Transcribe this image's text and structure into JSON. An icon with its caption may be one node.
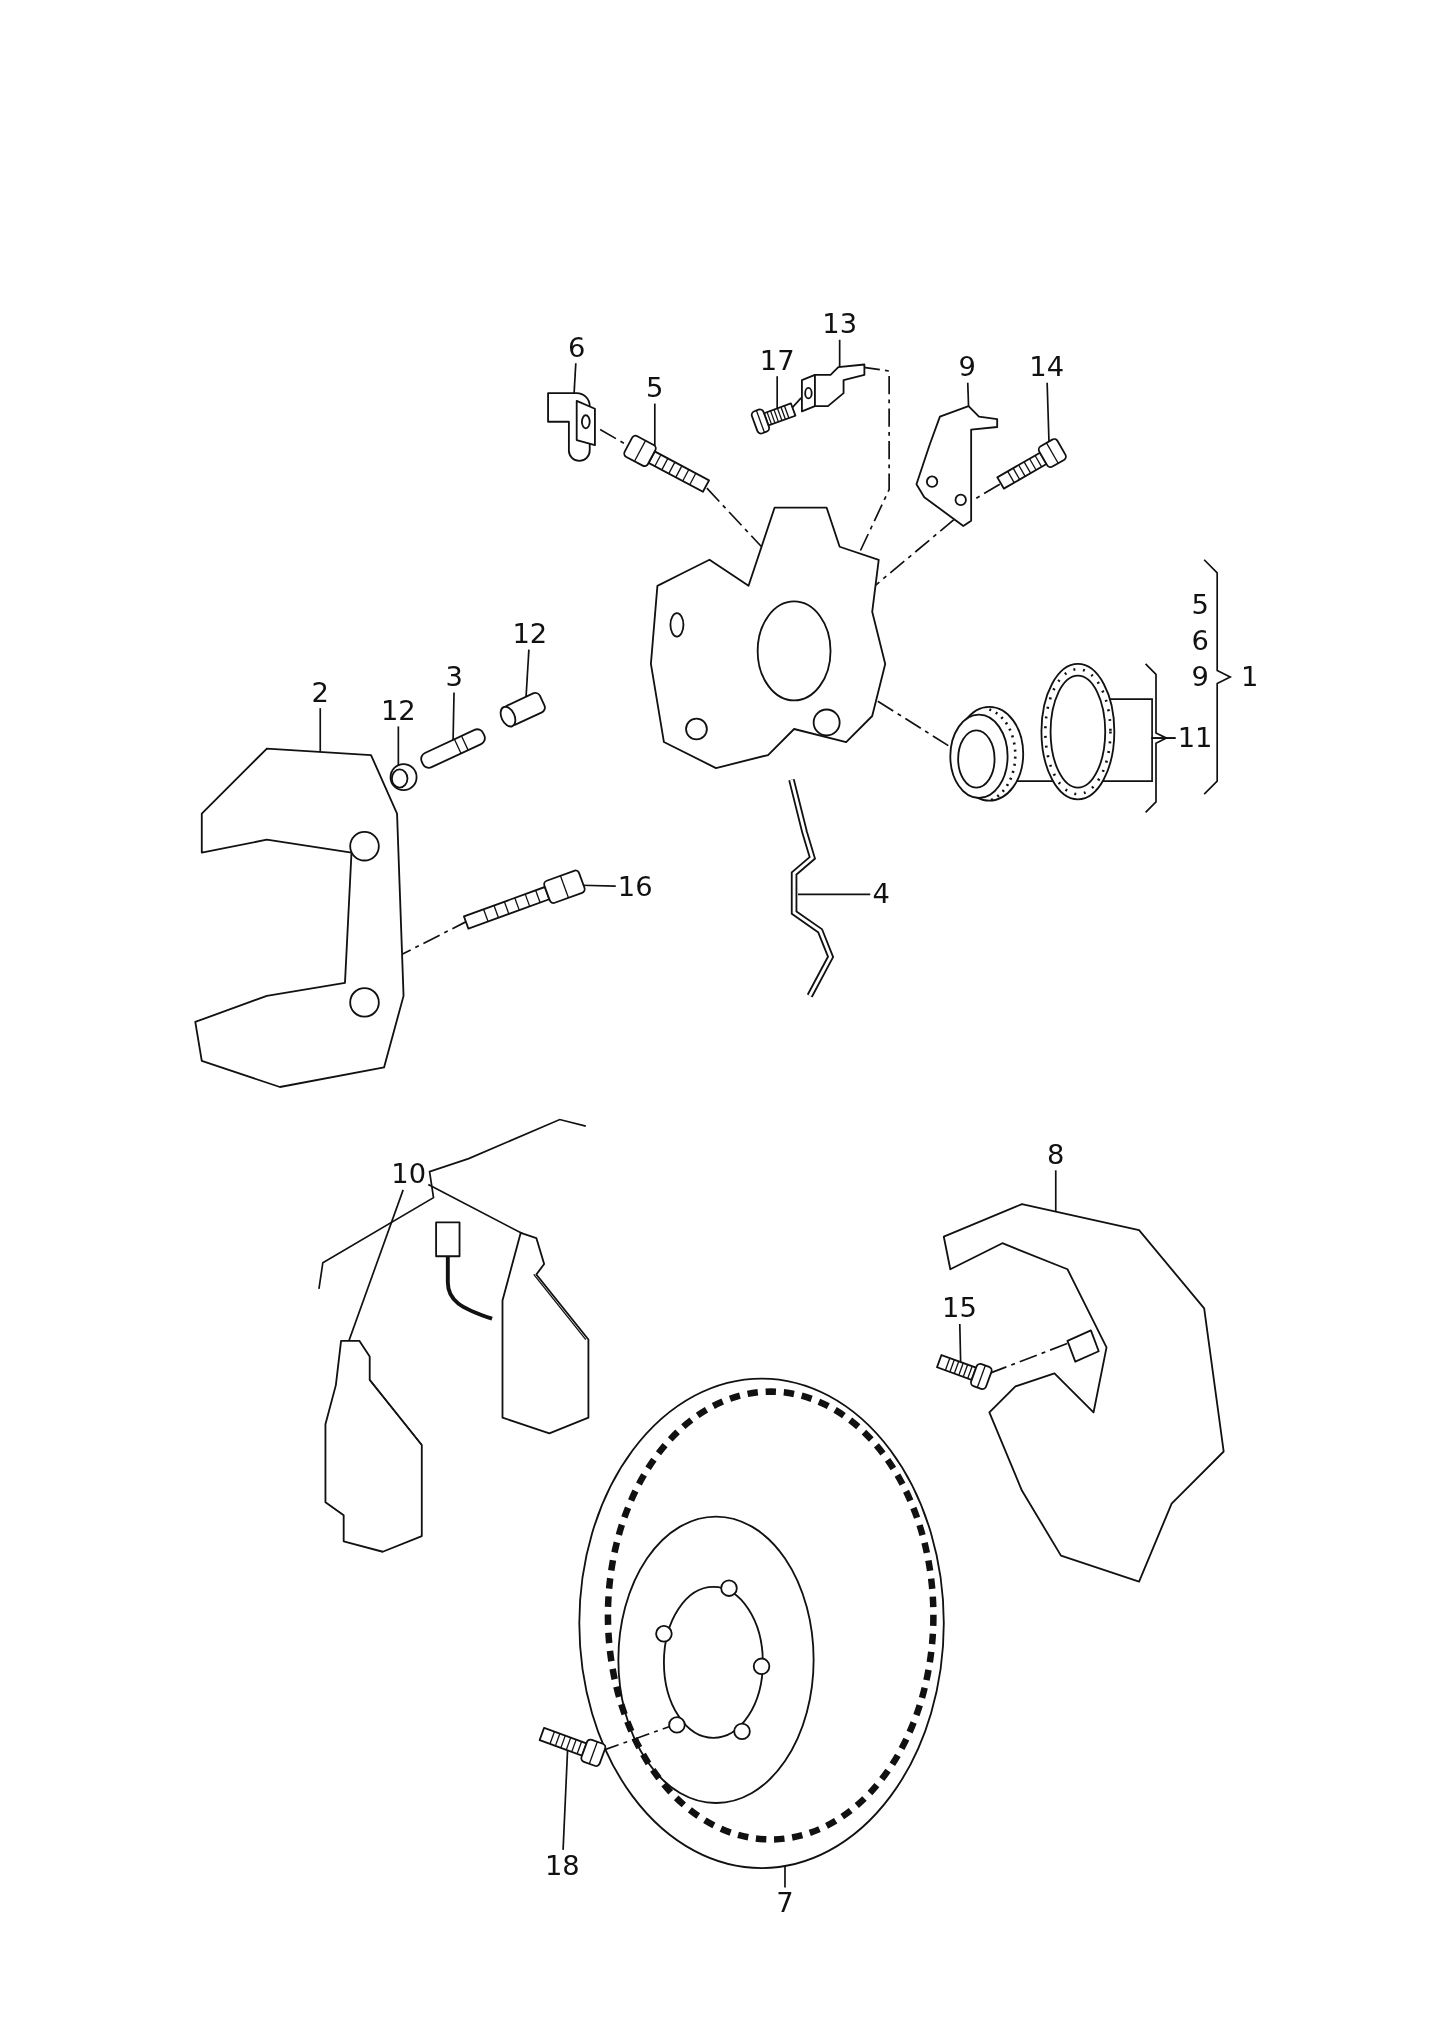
{
  "diagram": {
    "nodes": [
      {
        "text": [
          "6"
        ]
      },
      {
        "text": [
          "5"
        ]
      },
      {
        "text": [
          "17"
        ]
      },
      {
        "text": [
          "13"
        ]
      },
      {
        "text": [
          "9"
        ]
      },
      {
        "text": [
          "14"
        ]
      },
      {
        "text": [
          "12"
        ]
      },
      {
        "text": [
          "3"
        ]
      },
      {
        "text": [
          "12"
        ]
      },
      {
        "text": [
          "2"
        ]
      },
      {
        "text": [
          "16"
        ]
      },
      {
        "text": [
          "4"
        ]
      },
      {
        "text": [
          "11"
        ]
      },
      {
        "text": [
          "1"
        ]
      },
      {
        "text": [
          "10"
        ]
      },
      {
        "text": [
          "8"
        ]
      },
      {
        "text": [
          "15"
        ]
      },
      {
        "text": [
          "18"
        ]
      },
      {
        "text": [
          "7"
        ]
      },
      {
        "text": [],
        "shape": "picture"
      },
      {
        "text": [],
        "shape": "picture"
      },
      {
        "text": [],
        "shape": "picture"
      },
      {
        "text": [],
        "shape": "picture"
      },
      {
        "text": [],
        "shape": "picture"
      },
      {
        "text": [],
        "shape": "picture"
      },
      {
        "text": [],
        "shape": "picture"
      },
      {
        "text": [],
        "shape": "picture"
      },
      {
        "text": [],
        "shape": "picture"
      },
      {
        "text": [],
        "shape": "picture"
      },
      {
        "text": [],
        "shape": "picture"
      },
      {
        "text": [],
        "shape": "picture"
      },
      {
        "text": [],
        "shape": "picture"
      },
      {
        "text": [],
        "shape": "picture"
      },
      {
        "text": [],
        "shape": "picture"
      },
      {
        "text": [],
        "shape": "picture"
      },
      {
        "text": [],
        "shape": "picture"
      },
      {
        "text": [],
        "shape": "picture"
      },
      {
        "text": [],
        "shape": "picture"
      },
      {
        "text": [],
        "shape": "picture"
      },
      {
        "text": [],
        "shape": "picture"
      }
    ],
    "edges": [
      {
        "from": 0,
        "to": 19,
        "arrow": "none"
      },
      {
        "from": 1,
        "to": 20,
        "arrow": "none"
      },
      {
        "from": 2,
        "to": 21,
        "arrow": "none"
      },
      {
        "from": 3,
        "to": 22,
        "arrow": "none"
      },
      {
        "from": 4,
        "to": 23,
        "arrow": "none"
      },
      {
        "from": 5,
        "to": 24,
        "arrow": "none"
      },
      {
        "from": 6,
        "to": 26,
        "arrow": "none"
      },
      {
        "from": 7,
        "to": 27,
        "arrow": "none"
      },
      {
        "from": 8,
        "to": 28,
        "arrow": "none"
      },
      {
        "from": 9,
        "to": 29,
        "arrow": "none"
      },
      {
        "from": 10,
        "to": 30,
        "arrow": "none"
      },
      {
        "from": 11,
        "to": 31,
        "arrow": "none"
      },
      {
        "from": 12,
        "to": 32,
        "arrow": "none"
      },
      {
        "from": 12,
        "to": 33,
        "arrow": "none"
      },
      {
        "from": 14,
        "to": 34,
        "arrow": "none"
      },
      {
        "from": 14,
        "to": 35,
        "arrow": "none"
      },
      {
        "from": 15,
        "to": 37,
        "arrow": "none"
      },
      {
        "from": 16,
        "to": 38,
        "arrow": "none"
      },
      {
        "from": 17,
        "to": 39,
        "arrow": "none"
      },
      {
        "from": 18,
        "to": 36,
        "arrow": "none"
      },
      {
        "from": 19,
        "to": 20,
        "arrow": "none",
        "style": "dashed"
      },
      {
        "from": 20,
        "to": 25,
        "arrow": "none",
        "style": "dashed"
      },
      {
        "from": 21,
        "to": 22,
        "arrow": "none",
        "style": "dashed"
      },
      {
        "from": 22,
        "to": 25,
        "arrow": "none",
        "style": "dashed"
      },
      {
        "from": 24,
        "to": 23,
        "arrow": "none",
        "style": "dashed"
      },
      {
        "from": 23,
        "to": 25,
        "arrow": "none",
        "style": "dashed"
      },
      {
        "from": 25,
        "to": 32,
        "arrow": "none",
        "style": "dashed"
      },
      {
        "from": 30,
        "to": 29,
        "arrow": "none",
        "style": "dashed"
      },
      {
        "from": 39,
        "to": 36,
        "arrow": "none",
        "style": "dashed"
      },
      {
        "from": 38,
        "to": 37,
        "arrow": "none",
        "style": "dashed"
      }
    ],
    "labels": [
      "5",
      "6",
      "9"
    ]
  }
}
